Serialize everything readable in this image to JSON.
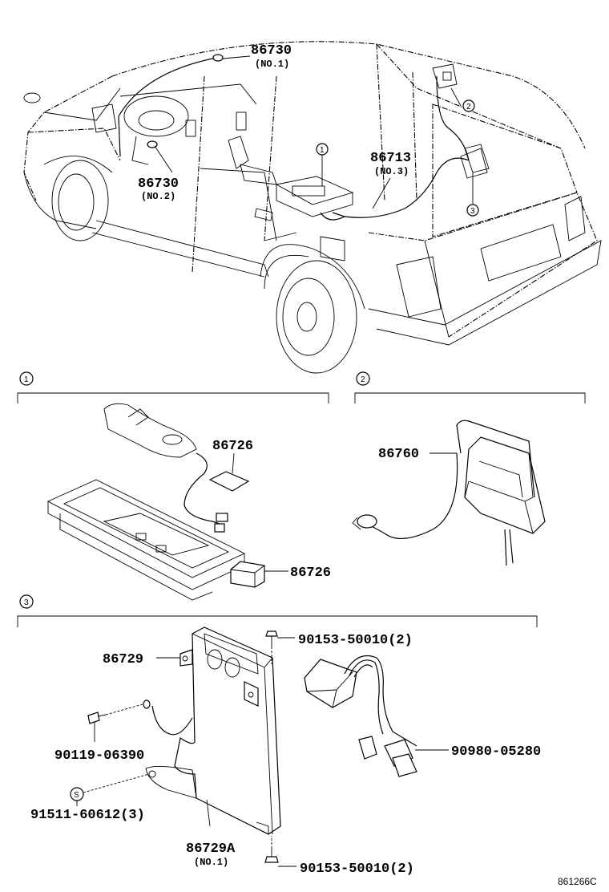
{
  "callouts": {
    "p86730_1": {
      "num": "86730",
      "sub": "(NO.1)"
    },
    "p86730_2": {
      "num": "86730",
      "sub": "(NO.2)"
    },
    "p86713": {
      "num": "86713",
      "sub": "(NO.3)"
    },
    "p86726_a": {
      "num": "86726"
    },
    "p86726_b": {
      "num": "86726"
    },
    "p86760": {
      "num": "86760"
    },
    "p86729": {
      "num": "86729"
    },
    "p86729a": {
      "num": "86729A",
      "sub": "(NO.1)"
    },
    "p90153_top": {
      "num": "90153-50010(2)"
    },
    "p90153_bot": {
      "num": "90153-50010(2)"
    },
    "p90119": {
      "num": "90119-06390"
    },
    "p91511": {
      "num": "91511-60612(3)"
    },
    "p90980": {
      "num": "90980-05280"
    }
  },
  "markers": {
    "m1_car": "1",
    "m2_car": "2",
    "m3_car": "3",
    "sec1": "1",
    "sec2": "2",
    "sec3": "3",
    "washer": "S"
  },
  "diagram_code": "861266C",
  "colors": {
    "line": "#000000",
    "background": "#ffffff"
  }
}
